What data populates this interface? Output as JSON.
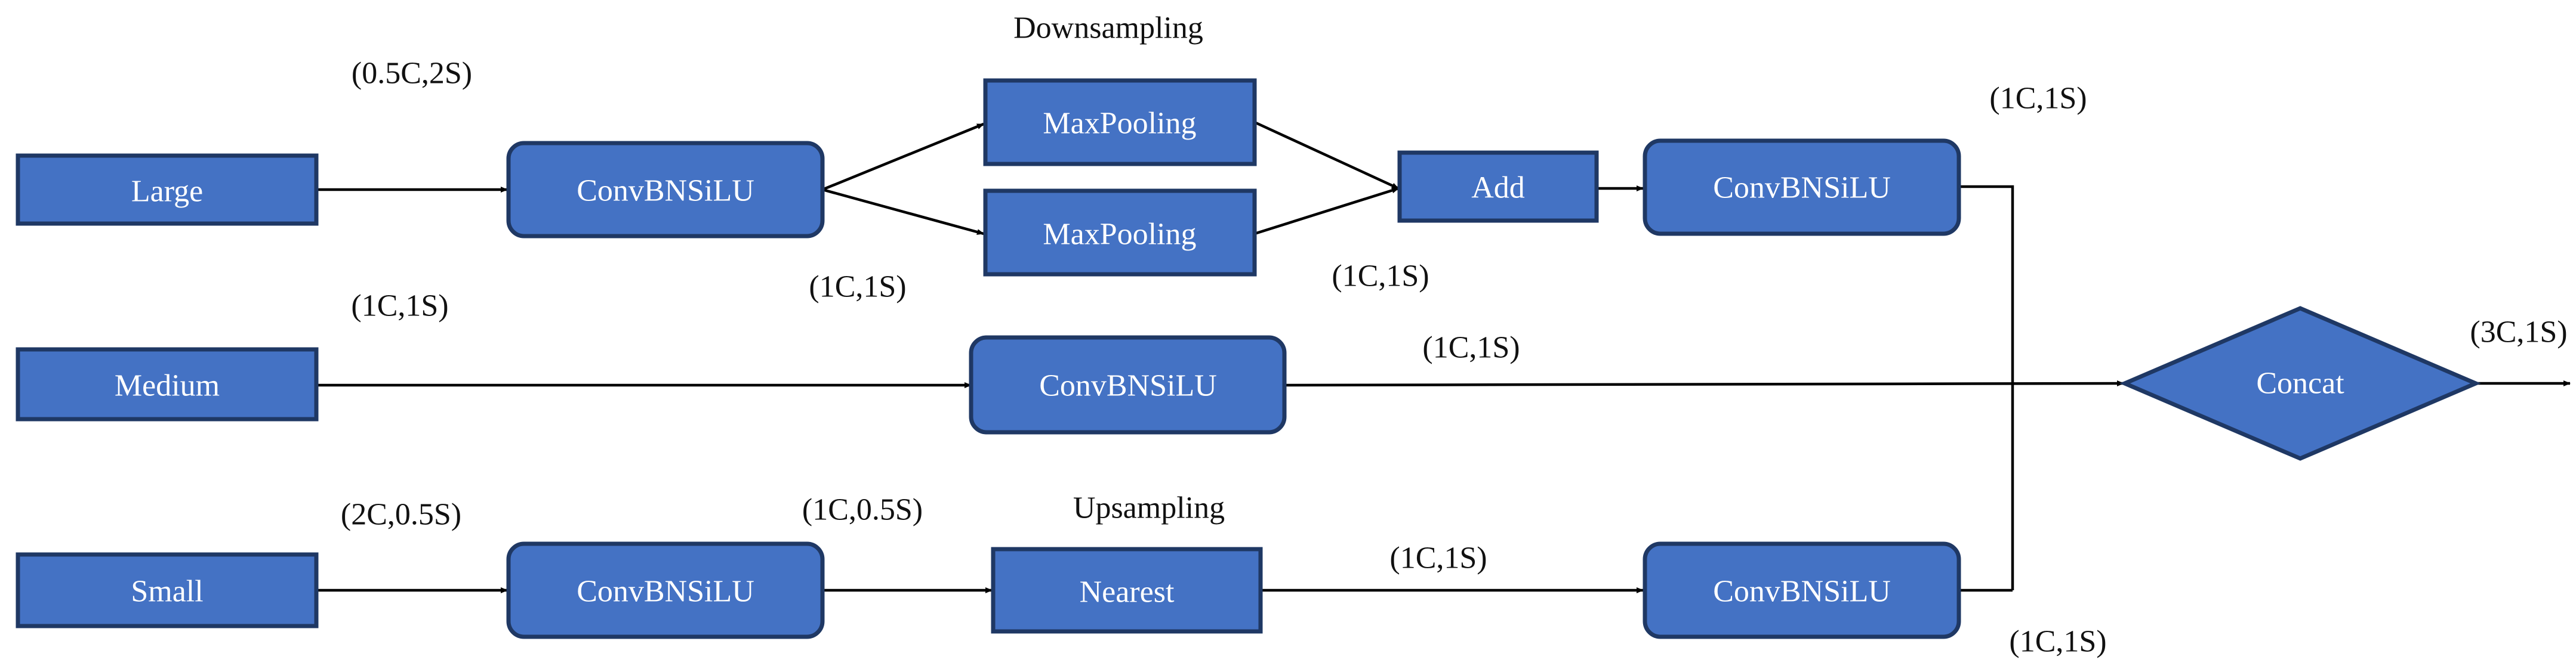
{
  "inputs": {
    "large": "Large",
    "medium": "Medium",
    "small": "Small"
  },
  "blocks": {
    "conv_large": "ConvBNSiLU",
    "maxpool_top": "MaxPooling",
    "maxpool_bottom": "MaxPooling",
    "add": "Add",
    "conv_after_add": "ConvBNSiLU",
    "conv_medium": "ConvBNSiLU",
    "conv_small": "ConvBNSiLU",
    "nearest": "Nearest",
    "conv_after_nearest": "ConvBNSiLU",
    "concat": "Concat"
  },
  "section_labels": {
    "downsampling": "Downsampling",
    "upsampling": "Upsampling"
  },
  "shape_labels": {
    "large_in": "(0.5C,2S)",
    "large_conv_out": "(1C,1S)",
    "maxpool_out": "(1C,1S)",
    "top_conv_out": "(1C,1S)",
    "medium_in": "(1C,1S)",
    "medium_conv_out": "(1C,1S)",
    "small_in": "(2C,0.5S)",
    "small_conv_out": "(1C,0.5S)",
    "nearest_out": "(1C,1S)",
    "bottom_conv_out": "(1C,1S)",
    "concat_out": "(3C,1S)"
  },
  "colors": {
    "node_fill": "#4472C4",
    "node_stroke": "#1F3864",
    "edge": "#000000"
  }
}
